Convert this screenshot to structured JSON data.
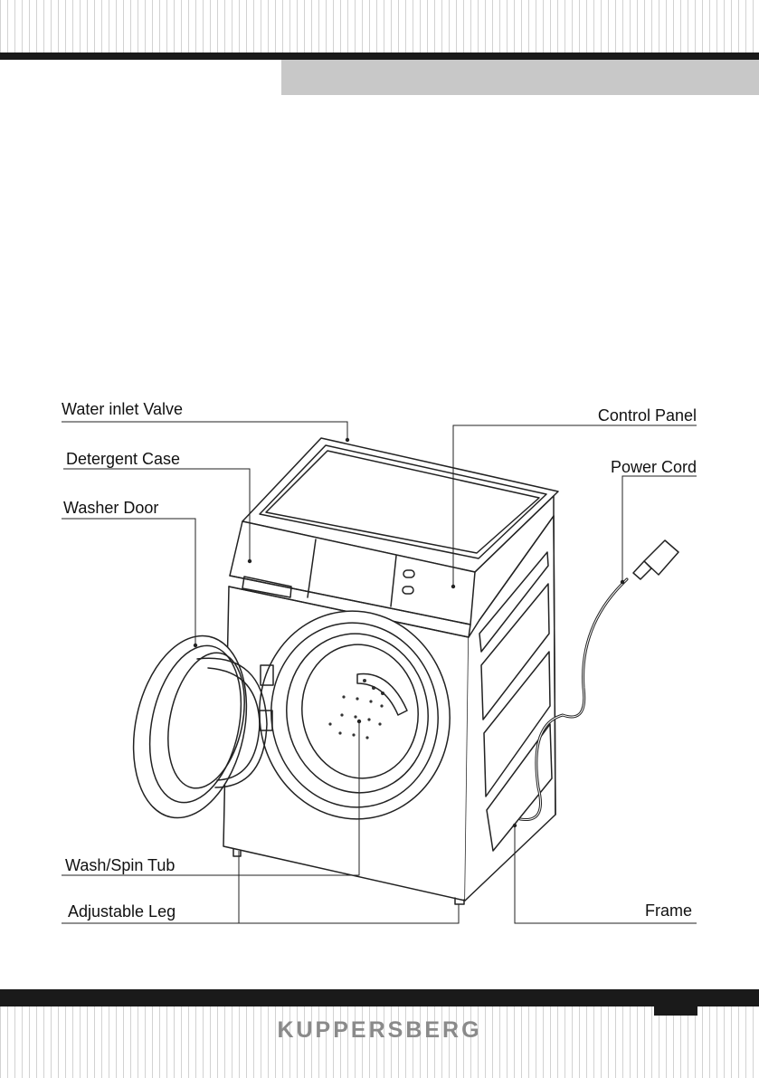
{
  "brand": "KUPPERSBERG",
  "labels": {
    "water_inlet_valve": "Water inlet Valve",
    "detergent_case": "Detergent Case",
    "washer_door": "Washer Door",
    "wash_spin_tub": "Wash/Spin Tub",
    "adjustable_leg": "Adjustable Leg",
    "control_panel": "Control Panel",
    "power_cord": "Power Cord",
    "frame": "Frame"
  },
  "colors": {
    "bars": "#1a1a1a",
    "header_box": "#c8c8c8",
    "brand_text": "#8a8a8a",
    "stripes": "#d2d2d2"
  }
}
